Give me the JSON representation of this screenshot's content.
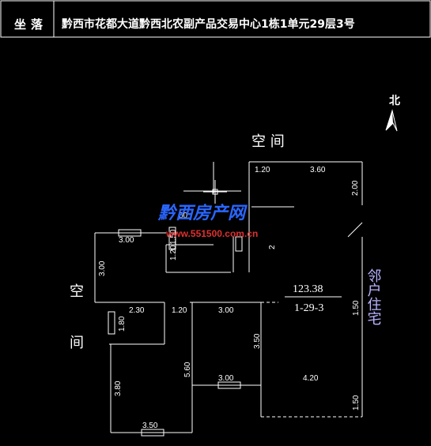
{
  "header": {
    "label": "坐落",
    "address": "黔西市花都大道黔西北农副产品交易中心1栋1单元29层3号"
  },
  "compass": {
    "label": "北"
  },
  "labels": {
    "space_top": "空 间",
    "space_left_1": "空",
    "space_left_2": "间",
    "neighbor": "邻户住宅"
  },
  "area": {
    "value": "123.38",
    "code": "1-29-3"
  },
  "watermark": {
    "brand": "黔西房产网",
    "url": "www.551500.com.cn"
  },
  "dims": {
    "top_120": "1.20",
    "top_360": "3.60",
    "right_200": "2.00",
    "balc_300": "3.00",
    "mid_150": "1.50",
    "mid_120v": "1.20",
    "mid_00": "00",
    "mid_2": "2",
    "left_300": "3.00",
    "h_230": "2.30",
    "h_120": "1.20",
    "h_300": "3.00",
    "win_180": "1.80",
    "right_150": "1.50",
    "c_350": "3.50",
    "c_560": "5.60",
    "c_300": "3.00",
    "c_420": "4.20",
    "b_380": "3.80",
    "b_350": "3.50",
    "r_150": "1.50"
  },
  "colors": {
    "walls": "#ffffff",
    "accent_text": "#b9b4ff",
    "watermark_blue": "#2a66ff",
    "watermark_red": "#e03030"
  }
}
